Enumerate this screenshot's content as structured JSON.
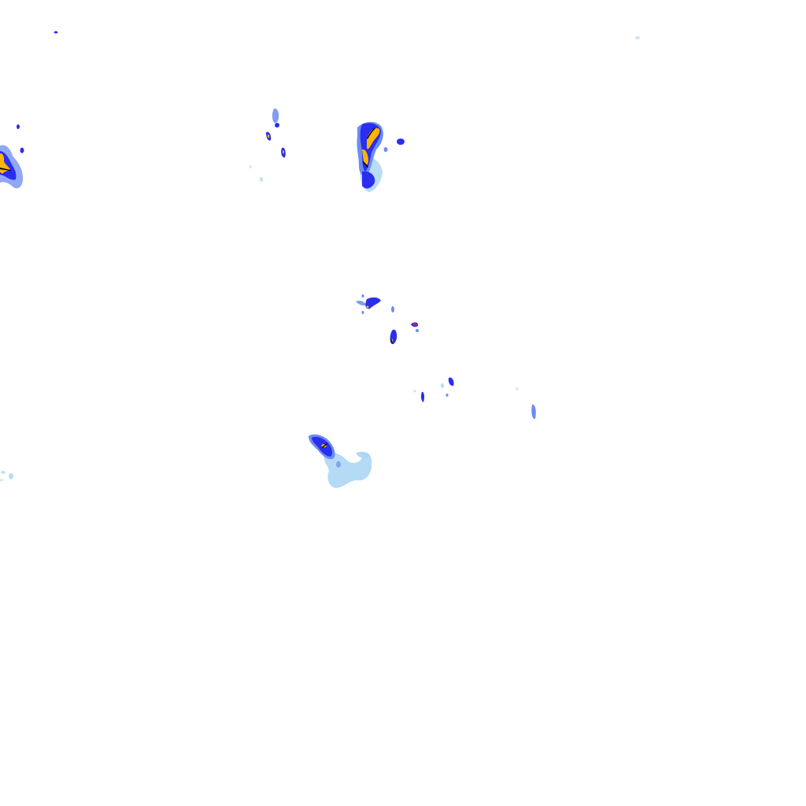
{
  "legend_colors": {
    "light": "#a8d4f5",
    "medium": "#6c8cf0",
    "heavy": "#2a2ef0",
    "intense": "#ffb400",
    "extreme": "#e8202a",
    "edge": "#000000"
  },
  "rain_cells": [
    {
      "id": "nw-edge",
      "intensity": "heavy"
    },
    {
      "id": "north-small",
      "intensity": "heavy"
    },
    {
      "id": "north-main",
      "intensity": "intense"
    },
    {
      "id": "central-cluster",
      "intensity": "heavy"
    },
    {
      "id": "central-east",
      "intensity": "extreme"
    },
    {
      "id": "east-small",
      "intensity": "medium"
    },
    {
      "id": "far-east",
      "intensity": "medium"
    },
    {
      "id": "south-central",
      "intensity": "heavy"
    },
    {
      "id": "south-light",
      "intensity": "light"
    },
    {
      "id": "west-edge",
      "intensity": "light"
    }
  ]
}
